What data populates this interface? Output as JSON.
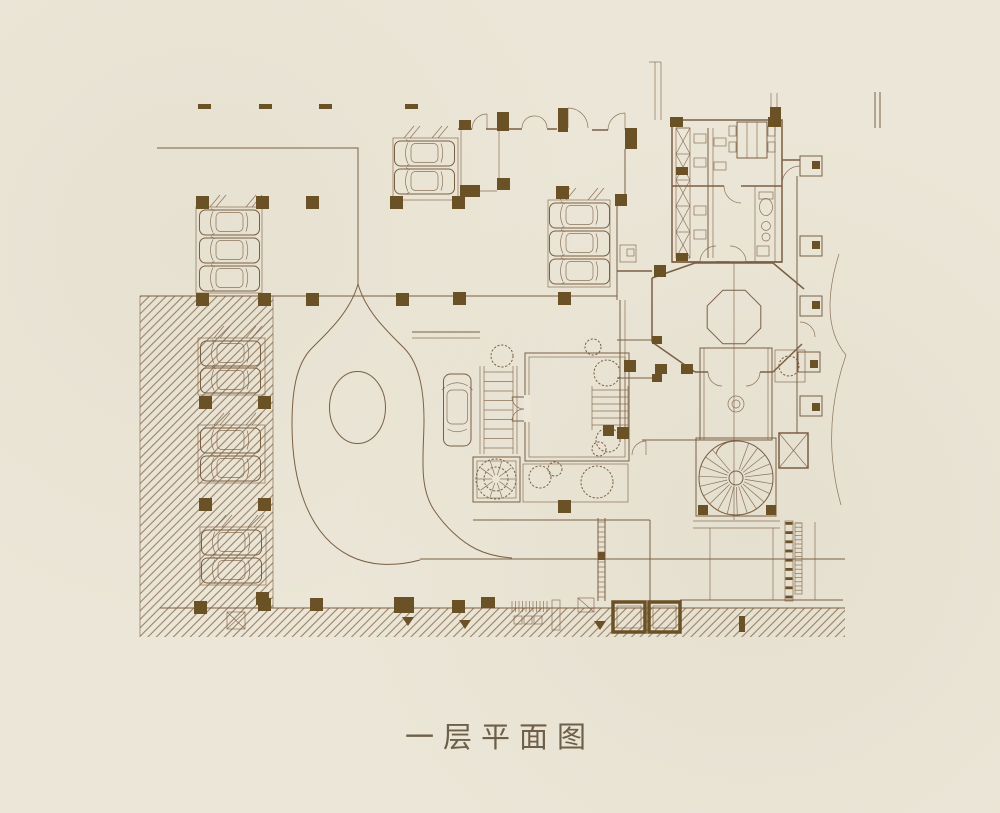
{
  "title": {
    "text": "一层平面图"
  },
  "colors": {
    "background": "#ebe6d7",
    "line": "#7b5f43",
    "wall": "#6f5436",
    "dark_fill": "#6a5126",
    "hatch": "#8d7152",
    "title_text": "#6e6048"
  },
  "plan": {
    "type": "architectural-site-plan",
    "floor_label": "一层平面图",
    "features": [
      "boundary-lines",
      "column-grid",
      "hatched-ground-band",
      "parking-stalls",
      "teardrop-driveway-loop",
      "oval-island",
      "car-on-driveway",
      "entry-courtyard",
      "trees",
      "square-planter-tree",
      "octagonal-hall",
      "spiral-staircase",
      "elevator-shaft",
      "office-desks",
      "conference-table",
      "toilet-fixtures",
      "entrance-gate-details",
      "planter-boxes",
      "stair-strips"
    ],
    "parking": {
      "groups": [
        {
          "location": "upper-left",
          "cars": 3
        },
        {
          "location": "top-center",
          "cars": 2
        },
        {
          "location": "center",
          "cars": 3
        },
        {
          "location": "left-band-1",
          "cars": 2
        },
        {
          "location": "left-band-2",
          "cars": 2
        },
        {
          "location": "left-band-3",
          "cars": 2
        }
      ],
      "driveway_cars": 1
    }
  }
}
